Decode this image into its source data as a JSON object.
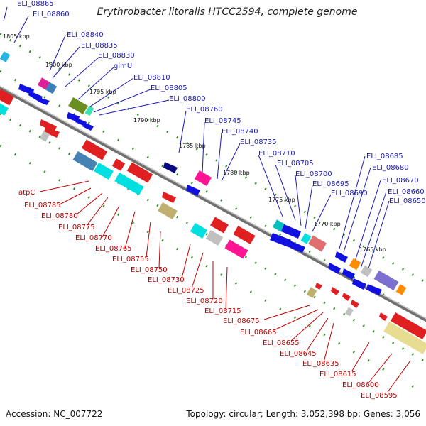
{
  "title": "Erythrobacter litoralis HTCC2594, complete genome",
  "footer": {
    "accession": "Accession: NC_007722",
    "stats": "Topology: circular; Length: 3,052,398 bp; Genes: 3,056"
  },
  "scale_labels": [
    "1805 kbp",
    "1800 kbp",
    "1795 kbp",
    "1790 kbp",
    "1785 kbp",
    "1780 kbp",
    "1775 kbp",
    "1770 kbp",
    "1765 kbp"
  ],
  "forward_genes": [
    "ELI_08865",
    "ELI_08860",
    "ELI_08840",
    "ELI_08835",
    "ELI_08830",
    "glmU",
    "ELI_08810",
    "ELI_08805",
    "ELI_08800",
    "ELI_08760",
    "ELI_08745",
    "ELI_08740",
    "ELI_08735",
    "ELI_08710",
    "ELI_08705",
    "ELI_08700",
    "ELI_08695",
    "ELI_08690",
    "ELI_08685",
    "ELI_08680",
    "ELI_08670",
    "ELI_08660",
    "ELI_08650"
  ],
  "reverse_genes": [
    "atpC",
    "ELI_08785",
    "ELI_08780",
    "ELI_08775",
    "ELI_08770",
    "ELI_08765",
    "ELI_08755",
    "ELI_08750",
    "ELI_08730",
    "ELI_08725",
    "ELI_08720",
    "ELI_08715",
    "ELI_08675",
    "ELI_08665",
    "ELI_08655",
    "ELI_08645",
    "ELI_08635",
    "ELI_08615",
    "ELI_08600",
    "ELI_08595"
  ],
  "colors": {
    "forward_label": "#1a1ab5",
    "reverse_label": "#c00000",
    "backbone": "#808080",
    "tick": "#2e8b22"
  }
}
